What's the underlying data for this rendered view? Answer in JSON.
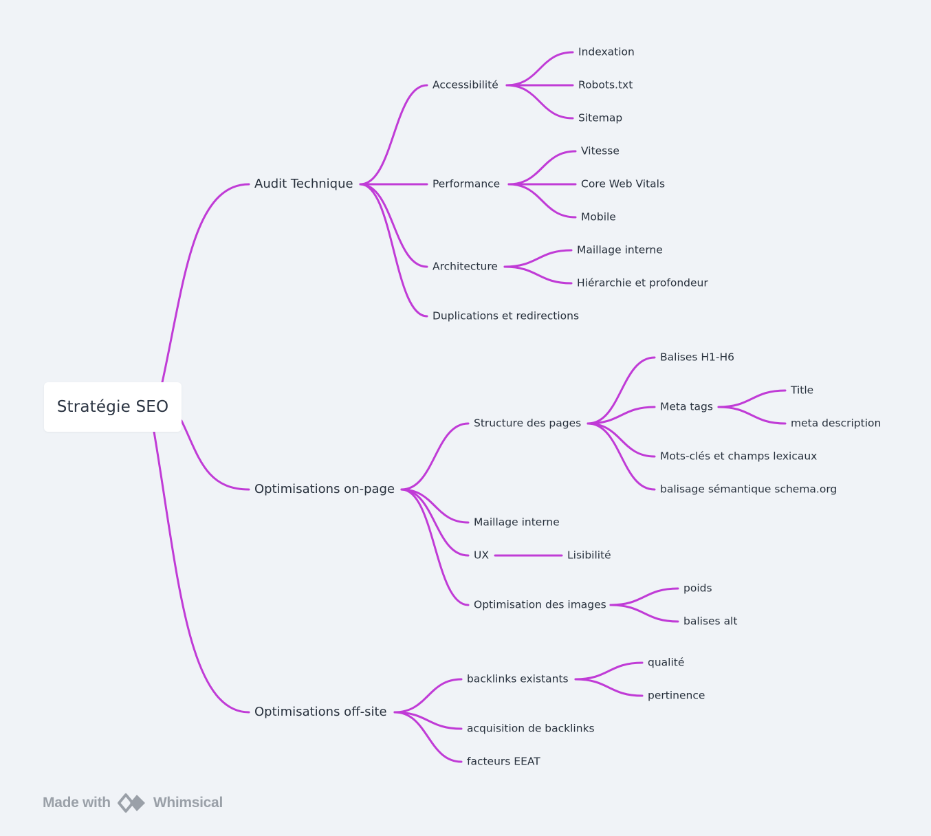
{
  "root": {
    "label": "Stratégie SEO"
  },
  "branches": [
    {
      "label": "Audit Technique",
      "children": [
        {
          "label": "Accessibilité",
          "children": [
            {
              "label": "Indexation"
            },
            {
              "label": "Robots.txt"
            },
            {
              "label": "Sitemap"
            }
          ]
        },
        {
          "label": "Performance",
          "children": [
            {
              "label": "Vitesse"
            },
            {
              "label": "Core Web Vitals"
            },
            {
              "label": "Mobile"
            }
          ]
        },
        {
          "label": "Architecture",
          "children": [
            {
              "label": "Maillage interne"
            },
            {
              "label": "Hiérarchie et profondeur"
            }
          ]
        },
        {
          "label": "Duplications et redirections"
        }
      ]
    },
    {
      "label": "Optimisations on-page",
      "children": [
        {
          "label": "Structure des pages",
          "children": [
            {
              "label": "Balises H1-H6"
            },
            {
              "label": "Meta tags",
              "children": [
                {
                  "label": "Title"
                },
                {
                  "label": "meta description"
                }
              ]
            },
            {
              "label": "Mots-clés et champs lexicaux"
            },
            {
              "label": "balisage sémantique schema.org"
            }
          ]
        },
        {
          "label": "Maillage interne"
        },
        {
          "label": "UX",
          "children": [
            {
              "label": "Lisibilité"
            }
          ]
        },
        {
          "label": "Optimisation des images",
          "children": [
            {
              "label": "poids"
            },
            {
              "label": "balises alt"
            }
          ]
        }
      ]
    },
    {
      "label": "Optimisations off-site",
      "children": [
        {
          "label": "backlinks existants",
          "children": [
            {
              "label": "qualité"
            },
            {
              "label": "pertinence"
            }
          ]
        },
        {
          "label": "acquisition de backlinks"
        },
        {
          "label": "facteurs EEAT"
        }
      ]
    }
  ],
  "colors": {
    "connector": "#c03bd6",
    "background": "#f0f3f7",
    "text": "#27303c"
  },
  "footer": {
    "made_with": "Made with",
    "brand": "Whimsical",
    "logo_icon": "whimsical-logo-icon"
  }
}
